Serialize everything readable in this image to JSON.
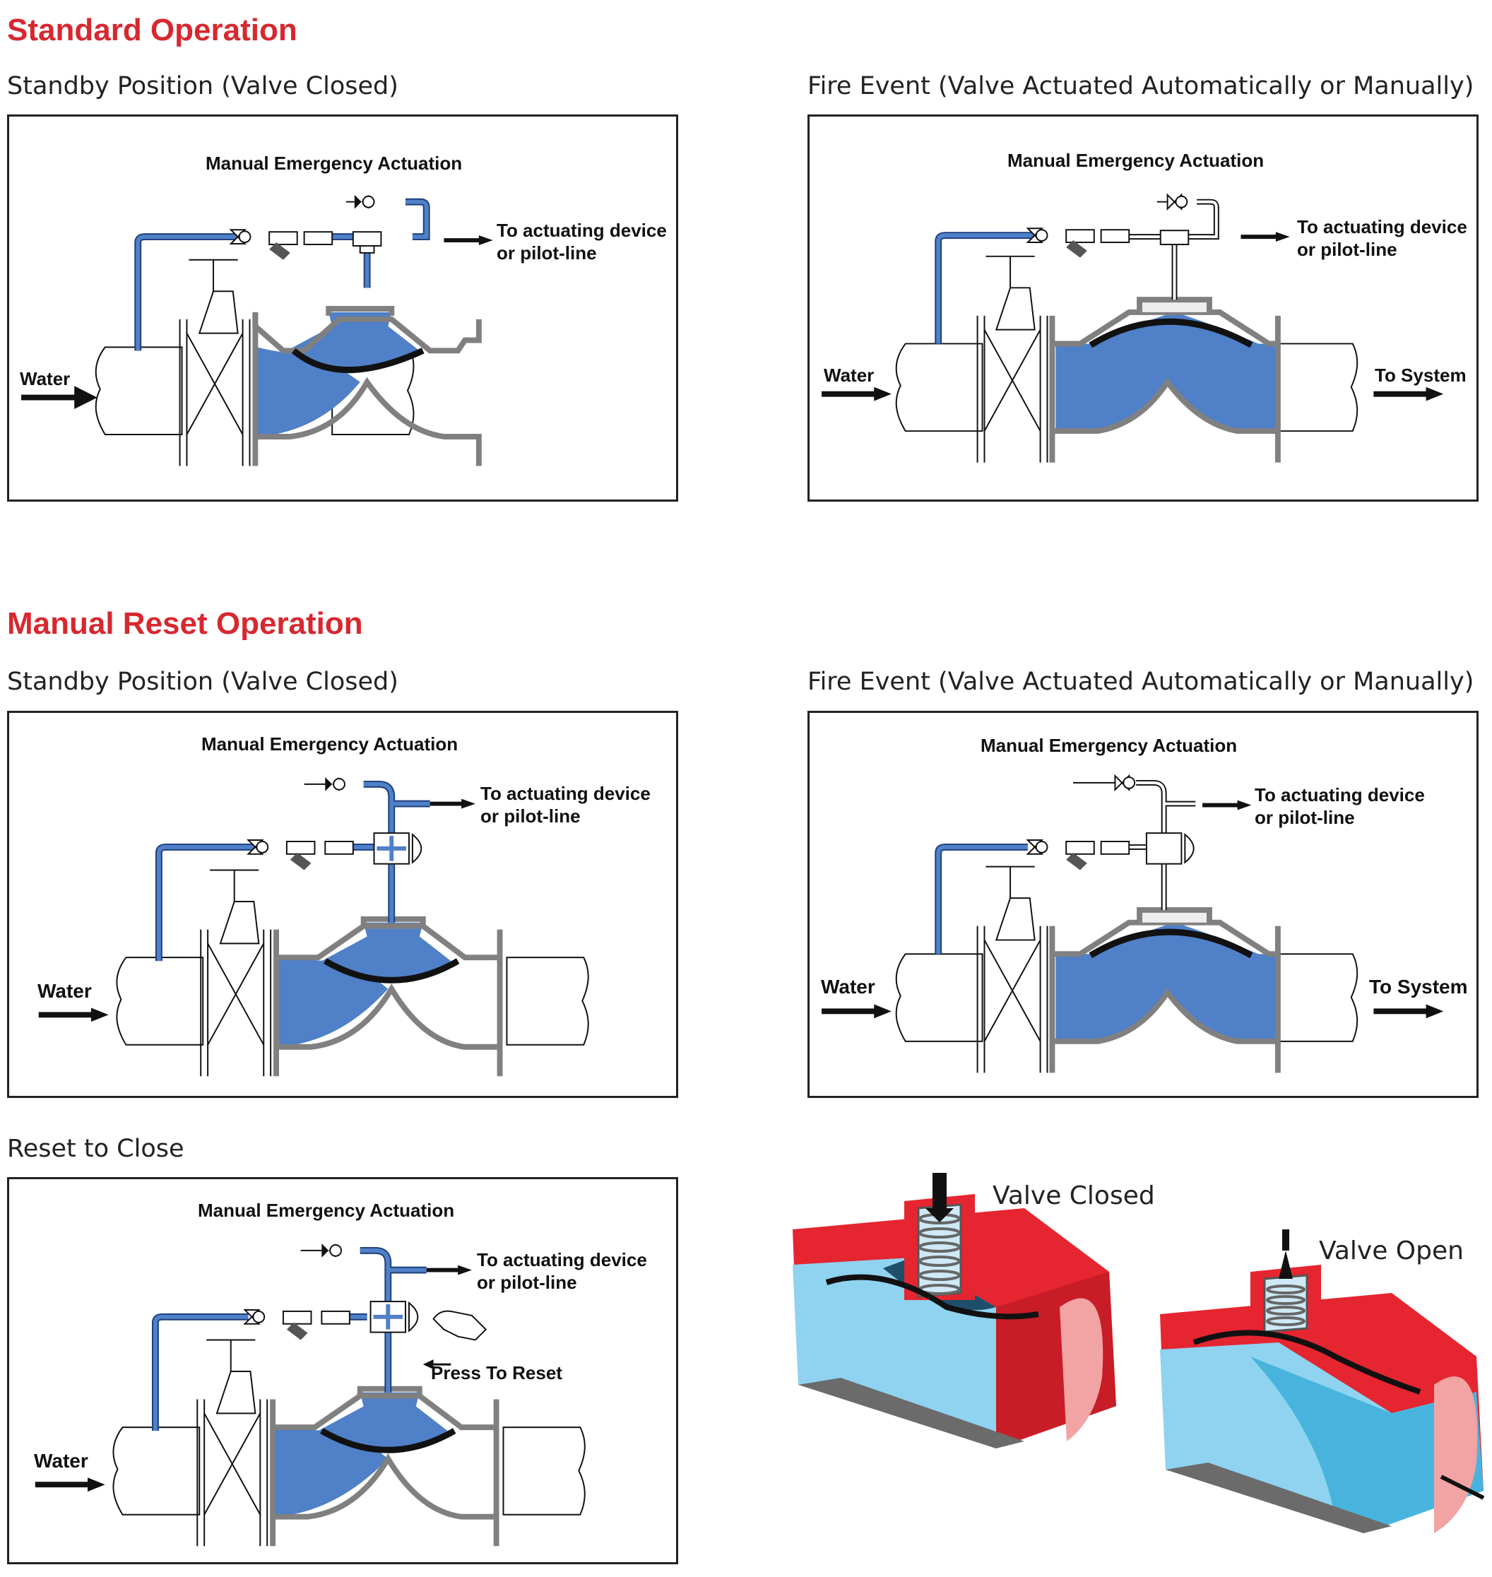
{
  "sections": {
    "standard": "Standard Operation",
    "reset": "Manual Reset Operation"
  },
  "captions": {
    "standby": "Standby Position (Valve Closed)",
    "fire": "Fire Event (Valve Actuated Automatically or Manually)",
    "reset_close": "Reset to Close"
  },
  "labels": {
    "manual": "Manual Emergency Actuation",
    "actuating_1": "To actuating device",
    "actuating_2": "or pilot-line",
    "water": "Water",
    "to_system": "To System",
    "press_reset": "Press To Reset"
  },
  "cutaways": {
    "closed": "Valve Closed",
    "open": "Valve Open"
  },
  "colors": {
    "section_title": "#d7282f",
    "water": "#4f80c8",
    "pipe_outline": "#1f3f7a",
    "valve_body": "#808080",
    "cutaway_red": "#e52530",
    "cutaway_water": "#48b4dd"
  }
}
